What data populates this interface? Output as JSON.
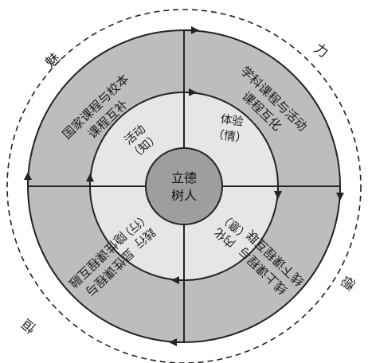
{
  "center": {
    "line1": "立德",
    "line2": "树人"
  },
  "outer_words": {
    "top_left": "魅",
    "top_right": "力",
    "bottom_right": "德",
    "bottom_left": "恒"
  },
  "ring": {
    "top_left": [
      "国家课程与校本",
      "课程互补"
    ],
    "top_right": [
      "学科课程与活动",
      "课程互化"
    ],
    "bottom_right": [
      "线上课程与",
      "线下课程互联"
    ],
    "bottom_left": [
      "显性课程与",
      "隐性课程互融"
    ]
  },
  "inner": {
    "top_left": [
      "活动",
      "（知）"
    ],
    "top_right": [
      "体验",
      "（情）"
    ],
    "bottom_right": [
      "内化",
      "（意）"
    ],
    "bottom_left": [
      "践行",
      "（行）"
    ]
  },
  "colors": {
    "ring_fill": "#bdbdbd",
    "inner_fill": "#e6e6e6",
    "core_fill": "#9e9e9e",
    "stroke": "#222222"
  }
}
